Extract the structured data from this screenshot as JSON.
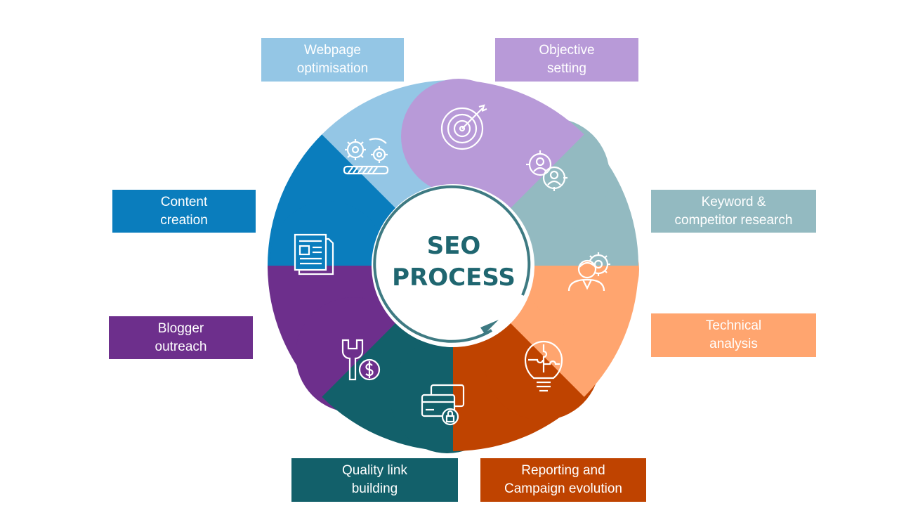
{
  "center": {
    "line1": "SEO",
    "line2": "PROCESS"
  },
  "steps": [
    {
      "line1": "Objective",
      "line2": "setting",
      "color": "#b89ad8",
      "icon": "target-icon"
    },
    {
      "line1": "Keyword &",
      "line2": "competitor research",
      "color": "#93bac1",
      "icon": "people-target-icon"
    },
    {
      "line1": "Technical",
      "line2": "analysis",
      "color": "#ffa56f",
      "icon": "person-gear-icon"
    },
    {
      "line1": "Reporting and",
      "line2": "Campaign evolution",
      "color": "#bf4300",
      "icon": "lightbulb-puzzle-icon"
    },
    {
      "line1": "Quality link",
      "line2": "building",
      "color": "#12606a",
      "icon": "credit-card-lock-icon"
    },
    {
      "line1": "Blogger",
      "line2": "outreach",
      "color": "#6d2f8c",
      "icon": "wrench-money-icon"
    },
    {
      "line1": "Content",
      "line2": "creation",
      "color": "#0a7dbd",
      "icon": "newspaper-icon"
    },
    {
      "line1": "Webpage",
      "line2": "optimisation",
      "color": "#94c6e5",
      "icon": "gears-progress-icon"
    }
  ],
  "colors": {
    "center_text": "#1f6670",
    "center_ring": "#3e7a82"
  }
}
